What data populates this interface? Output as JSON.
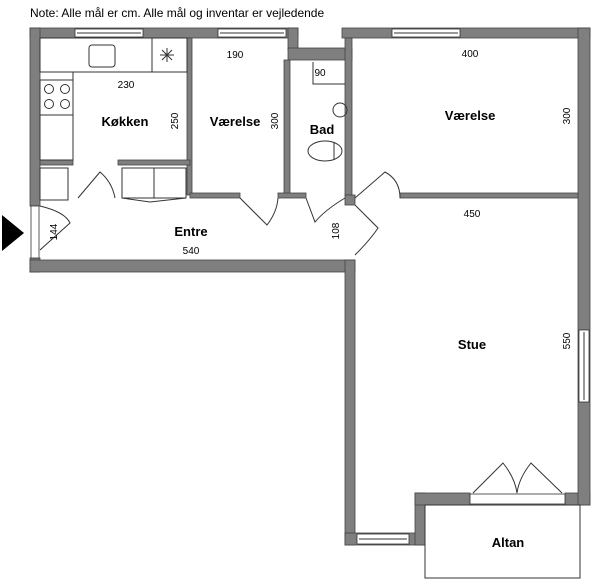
{
  "note": "Note: Alle mål er cm. Alle mål og inventar er vejledende",
  "rooms": {
    "kitchen": {
      "label": "Køkken",
      "width": "230",
      "depth": "250"
    },
    "bedroom1": {
      "label": "Værelse",
      "width": "190",
      "depth": "300"
    },
    "bath": {
      "label": "Bad",
      "width": "90"
    },
    "bedroom2": {
      "label": "Værelse",
      "width": "400",
      "depth": "300"
    },
    "entry": {
      "label": "Entre",
      "width": "540",
      "depth": "144",
      "door_width": "108"
    },
    "living": {
      "label": "Stue",
      "width": "450",
      "depth": "550"
    },
    "balcony": {
      "label": "Altan"
    }
  },
  "colors": {
    "wall": "#7f7f7f",
    "line": "#333333"
  }
}
